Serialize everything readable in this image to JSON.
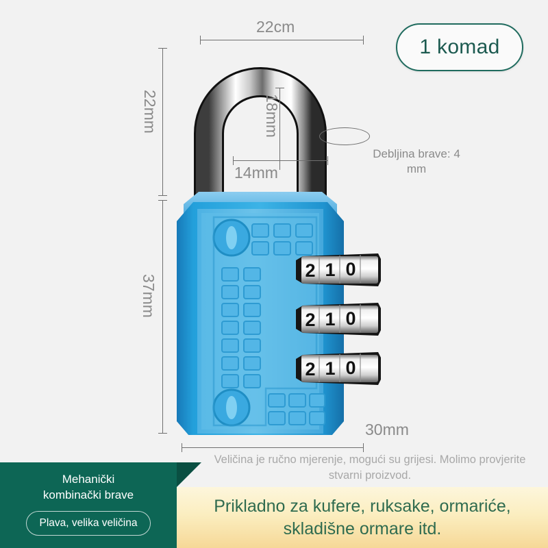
{
  "badge": {
    "quantity_label": "1 komad"
  },
  "dimensions": {
    "top_width": "22cm",
    "left_upper": "22mm",
    "left_lower": "37mm",
    "shackle_height": "18mm",
    "shackle_width": "14mm",
    "bottom_width": "30mm",
    "thickness_note": "Debljina brave: 4 mm"
  },
  "dials": {
    "rows": [
      {
        "digits": [
          "2",
          "1",
          "0"
        ]
      },
      {
        "digits": [
          "2",
          "1",
          "0"
        ]
      },
      {
        "digits": [
          "2",
          "1",
          "0"
        ]
      }
    ]
  },
  "disclaimer": "Veličina je ručno mjerenje, mogući su grijesi. Molimo provjerite stvarni proizvod.",
  "type_panel": {
    "title_line1": "Mehanički",
    "title_line2": "kombinački brave",
    "variant": "Plava, velika veličina"
  },
  "usage_banner": {
    "line1": "Prikladno za kufere, ruksake, ormariće,",
    "line2": "skladišne ormare itd."
  },
  "colors": {
    "teal": "#0d6655",
    "teal_dark": "#0a4f42",
    "badge_border": "#1f6b5e",
    "banner_text": "#2f6b4f",
    "lock_blue": "#1a9ad7",
    "lock_blue_light": "#5bbde8",
    "background": "#f2f2f2"
  }
}
